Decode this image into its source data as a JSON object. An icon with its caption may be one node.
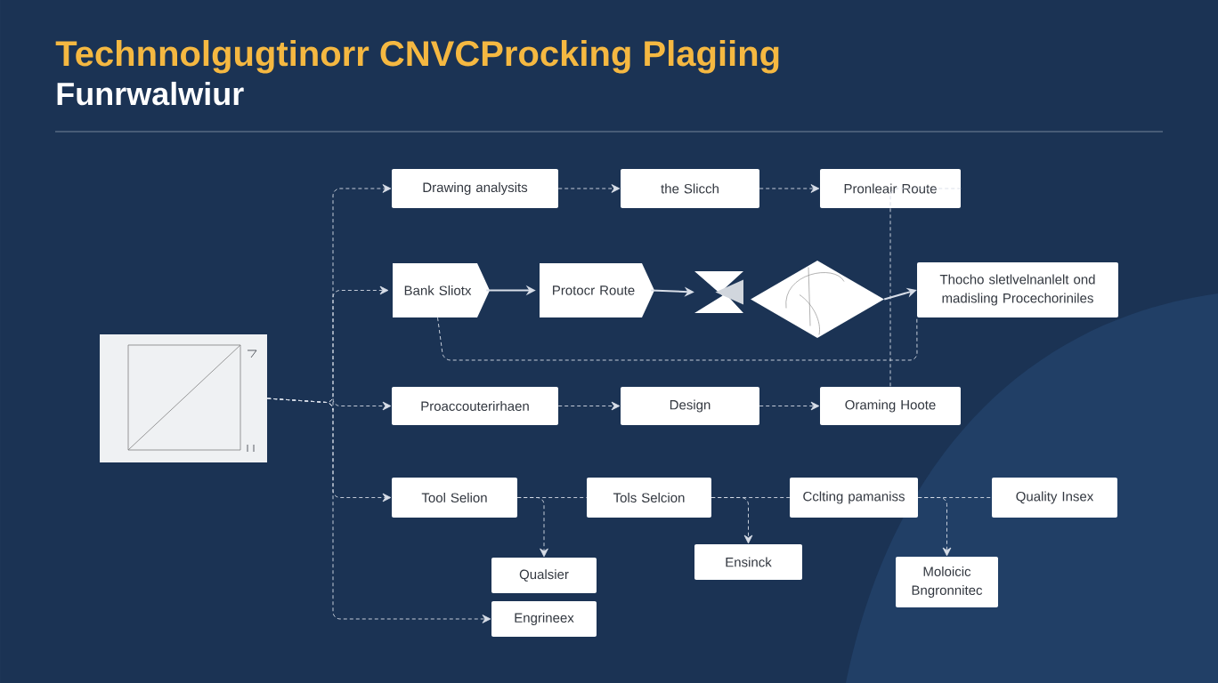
{
  "diagram": {
    "title": "Technnolgugtinorr CNVCProcking Plagiing",
    "nodes": [
      {
        "text": [],
        "shape": "picture"
      },
      {
        "text": [
          "Drawing analysits"
        ]
      },
      {
        "text": [
          "the Slicch"
        ]
      },
      {
        "text": [
          "Pronleair Route"
        ]
      },
      {
        "text": [
          "Bank Sliotx"
        ]
      },
      {
        "text": [
          "Protocr Route"
        ]
      },
      {
        "text": [],
        "shape": "hourglass"
      },
      {
        "text": [],
        "shape": "diamond"
      },
      {
        "text": [
          "Thocho sletlvelnanlelt ond madisling Procechoriniles"
        ]
      },
      {
        "text": [
          "Proaccouterirhaen"
        ]
      },
      {
        "text": [
          "Design"
        ]
      },
      {
        "text": [
          "Oraming Hoote"
        ]
      },
      {
        "text": [
          "Tool Selion"
        ]
      },
      {
        "text": [
          "Tols Selcion"
        ]
      },
      {
        "text": [
          "Cclting pamaniss"
        ]
      },
      {
        "text": [
          "Quality Insex"
        ]
      },
      {
        "text": [
          "Qualsier"
        ]
      },
      {
        "text": [
          "Engrineex"
        ]
      },
      {
        "text": [
          "Ensinck"
        ]
      },
      {
        "text": [
          "Moloicic Bngronnitec"
        ]
      }
    ],
    "edges": [
      {
        "from": 0,
        "to": 1,
        "arrow": "to",
        "style": "dashed"
      },
      {
        "from": 0,
        "to": 4,
        "arrow": "to",
        "style": "dashed"
      },
      {
        "from": 0,
        "to": 9,
        "arrow": "to",
        "style": "dashed"
      },
      {
        "from": 0,
        "to": 12,
        "arrow": "to",
        "style": "dashed"
      },
      {
        "from": 0,
        "to": 17,
        "arrow": "to",
        "style": "dashed"
      },
      {
        "from": 1,
        "to": 2,
        "arrow": "to",
        "style": "dashed"
      },
      {
        "from": 2,
        "to": 3,
        "arrow": "to",
        "style": "dashed"
      },
      {
        "from": 3,
        "to": 11,
        "arrow": "none",
        "style": "dashed"
      },
      {
        "from": 4,
        "to": 5,
        "arrow": "to"
      },
      {
        "from": 5,
        "to": 6,
        "arrow": "to"
      },
      {
        "from": 7,
        "to": 8,
        "arrow": "to"
      },
      {
        "from": 4,
        "to": 8,
        "arrow": "none",
        "style": "dashed"
      },
      {
        "from": 9,
        "to": 10,
        "arrow": "to",
        "style": "dashed"
      },
      {
        "from": 10,
        "to": 11,
        "arrow": "to",
        "style": "dashed"
      },
      {
        "from": 12,
        "to": 13,
        "arrow": "none",
        "style": "dashed"
      },
      {
        "from": 13,
        "to": 14,
        "arrow": "none",
        "style": "dashed"
      },
      {
        "from": 14,
        "to": 15,
        "arrow": "none",
        "style": "dashed"
      },
      {
        "from": 12,
        "to": 16,
        "arrow": "to",
        "style": "dashed"
      },
      {
        "from": 13,
        "to": 18,
        "arrow": "to",
        "style": "dashed"
      },
      {
        "from": 14,
        "to": 19,
        "arrow": "to",
        "style": "dashed"
      }
    ],
    "labels": [
      "Funrwalwiur"
    ]
  }
}
